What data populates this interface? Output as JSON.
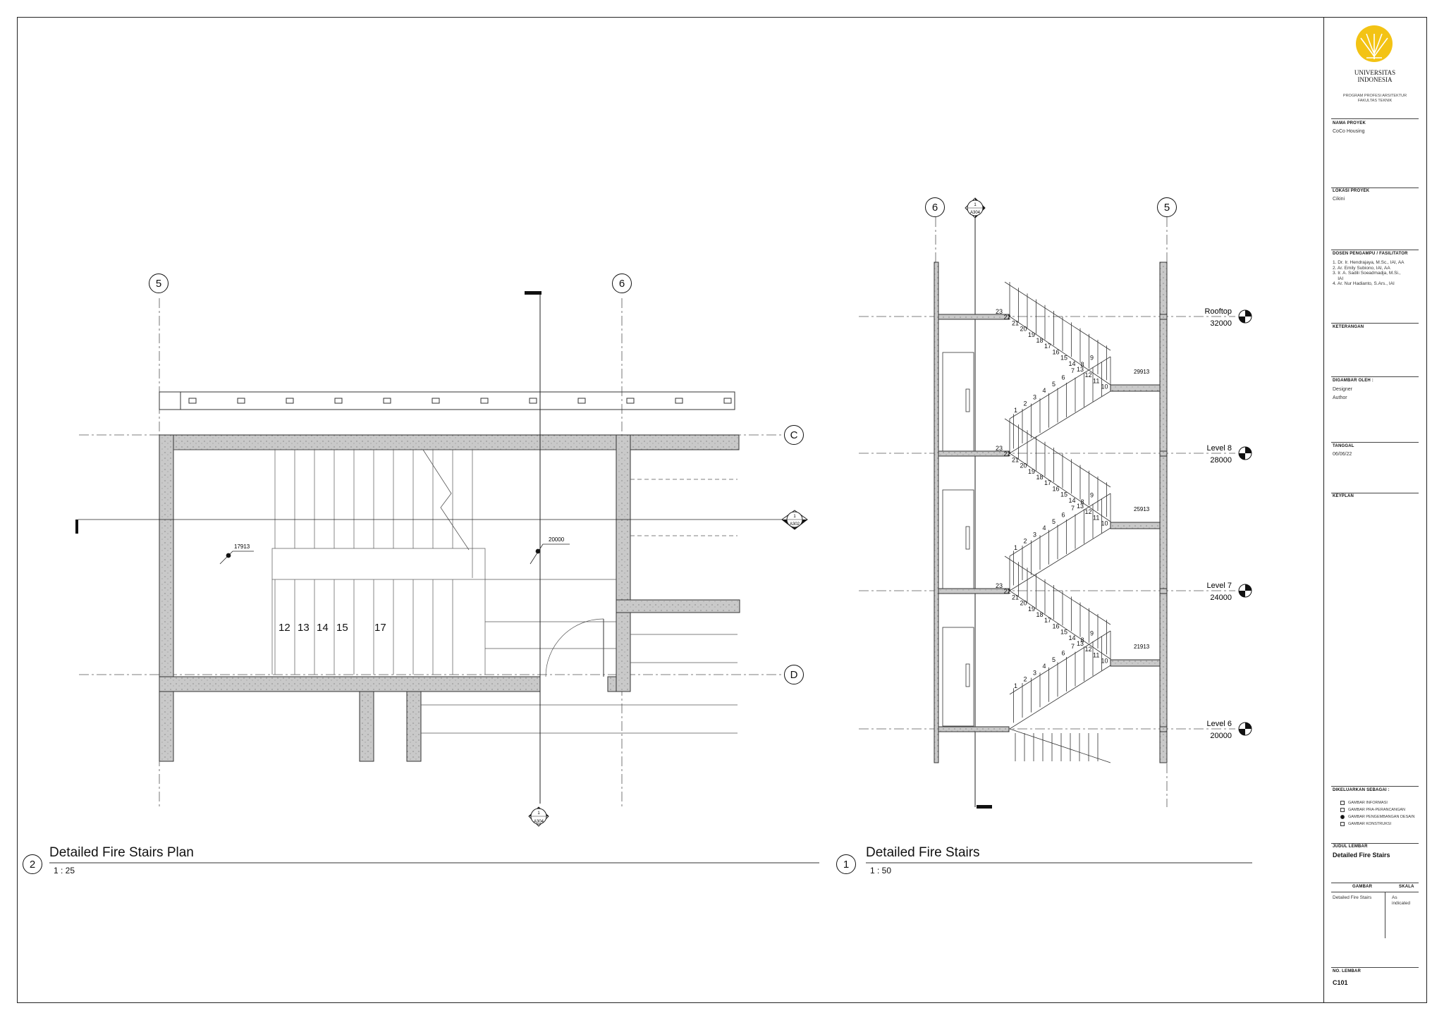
{
  "sheet": {
    "logo_name": "UNIVERSITAS INDONESIA",
    "logo_line1": "UNIVERSITAS",
    "logo_line2": "INDONESIA",
    "program_line1": "PROGRAM PROFESI ARSITEKTUR",
    "program_line2": "FAKULTAS TEKNIK",
    "nama_proyek_label": "NAMA PROYEK",
    "nama_proyek": "CoCo Housing",
    "lokasi_label": "LOKASI PROYEK",
    "lokasi": "Cikini",
    "dosen_label": "DOSEN PENGAMPU / FASILITATOR",
    "dosen": [
      "1. Dr. Ir. Hendrajaya, M.Sc., IAI, AA",
      "2. Ar. Emily Subiono, IAI, AA",
      "3. Ir. A. Sadili Soeadmadja, M.Si.,",
      "    IAI",
      "4. Ar. Nur Hadianto, S.Ars., IAI"
    ],
    "keterangan_label": "KETERANGAN",
    "digambar_label": "DIGAMBAR OLEH :",
    "digambar_1": "Designer",
    "digambar_2": "Author",
    "tanggal_label": "TANGGAL",
    "tanggal": "06/06/22",
    "keyplan_label": "KEYPLAN",
    "dikeluarkan_label": "DIKELUARKAN SEBAGAI :",
    "options": [
      {
        "label": "GAMBAR INFORMASI",
        "checked": false
      },
      {
        "label": "GAMBAR PRA-PERANCANGAN",
        "checked": false
      },
      {
        "label": "GAMBAR PENGEMBANGAN DESAIN",
        "checked": true
      },
      {
        "label": "GAMBAR KONSTRUKSI",
        "checked": false
      }
    ],
    "judul_label": "JUDUL LEMBAR",
    "judul": "Detailed Fire Stairs",
    "gambar_label": "GAMBAR",
    "skala_label": "SKALA",
    "gambar_val": "Detailed Fire Stairs",
    "skala_val_1": "As",
    "skala_val_2": "indicated",
    "no_lembar_label": "NO. LEMBAR",
    "no_lembar": "C101"
  },
  "view_plan": {
    "number": "2",
    "title": "Detailed Fire Stairs Plan",
    "scale": "1 : 25",
    "grid_5": "5",
    "grid_6": "6",
    "grid_c": "C",
    "grid_d": "D",
    "section_top_num": "1",
    "section_top_sheet": "A302",
    "section_bot_num": "1",
    "section_bot_sheet": "A304",
    "spot_left": "17913",
    "spot_right": "20000",
    "steps": [
      "12",
      "13",
      "14",
      "15",
      "17"
    ]
  },
  "view_section": {
    "number": "1",
    "title": "Detailed Fire Stairs",
    "scale": "1 : 50",
    "grid_6": "6",
    "grid_5": "5",
    "marker_num": "1",
    "marker_sheet": "A304",
    "levels": [
      {
        "name": "Rooftop",
        "elev": "32000"
      },
      {
        "name": "Level 8",
        "elev": "28000"
      },
      {
        "name": "Level 7",
        "elev": "24000"
      },
      {
        "name": "Level 6",
        "elev": "20000"
      }
    ],
    "landings": [
      "29913",
      "25913",
      "21913"
    ]
  }
}
